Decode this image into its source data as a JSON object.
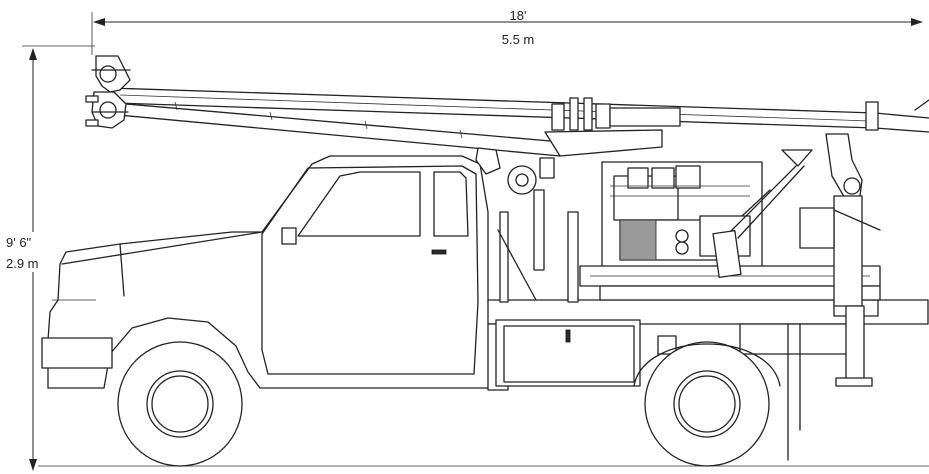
{
  "dimensions": {
    "length": {
      "imperial": "18'",
      "metric": "5.5 m"
    },
    "height": {
      "imperial": "9' 6\"",
      "metric": "2.9 m"
    }
  },
  "colors": {
    "line": "#222222",
    "background": "#ffffff"
  }
}
